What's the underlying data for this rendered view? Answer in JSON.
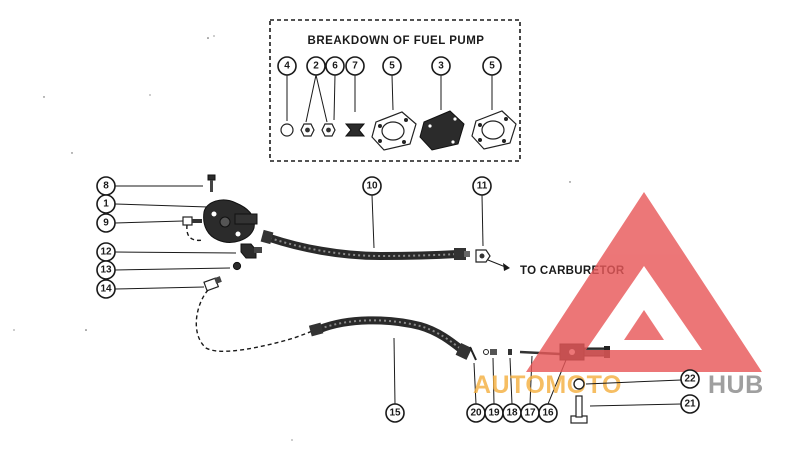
{
  "box": {
    "title": "BREAKDOWN OF FUEL PUMP"
  },
  "carburetor_label": "TO CARBURETOR",
  "callouts": {
    "c1": "1",
    "c2": "2",
    "c3": "3",
    "c4": "4",
    "c5a": "5",
    "c5b": "5",
    "c6": "6",
    "c7": "7",
    "c8": "8",
    "c9": "9",
    "c10": "10",
    "c11": "11",
    "c12": "12",
    "c13": "13",
    "c14": "14",
    "c15": "15",
    "c16": "16",
    "c17": "17",
    "c18": "18",
    "c19": "19",
    "c20": "20",
    "c21": "21",
    "c22": "22"
  },
  "watermark": {
    "part1": "AUTOMOTO",
    "part2": "HUB"
  },
  "colors": {
    "watermark_red": "#e8595a",
    "watermark_orange": "#f5b041",
    "watermark_gray": "#8a8a8a",
    "ink": "#1a1a1a"
  }
}
